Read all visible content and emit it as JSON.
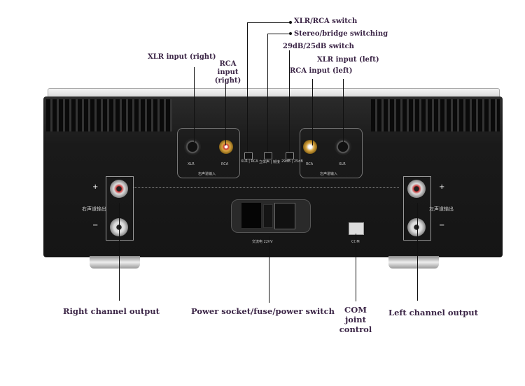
{
  "callouts": {
    "xlr_rca_switch": "XLR/RCA switch",
    "stereo_bridge": "Stereo/bridge switching",
    "gain_switch": "29dB/25dB switch",
    "xlr_right": "XLR input (right)",
    "rca_right": "RCA input (right)",
    "rca_left": "RCA input (left)",
    "xlr_left": "XLR input (left)",
    "right_output": "Right channel output",
    "power": "Power socket/fuse/power switch",
    "com": "COM joint control",
    "left_output": "Left channel output"
  },
  "panel": {
    "xlr": "XLR",
    "rca": "RCA",
    "right_input": "右声道输入",
    "left_input": "左声道输入",
    "right_output": "右声道输出",
    "left_output": "左声道输出",
    "sw1": "XLR | RCA",
    "sw2": "立体声 | 桥接",
    "sw3": "29dB | 25dB",
    "ac": "交流电 220V",
    "com": "COM",
    "plus": "+",
    "minus": "−"
  }
}
